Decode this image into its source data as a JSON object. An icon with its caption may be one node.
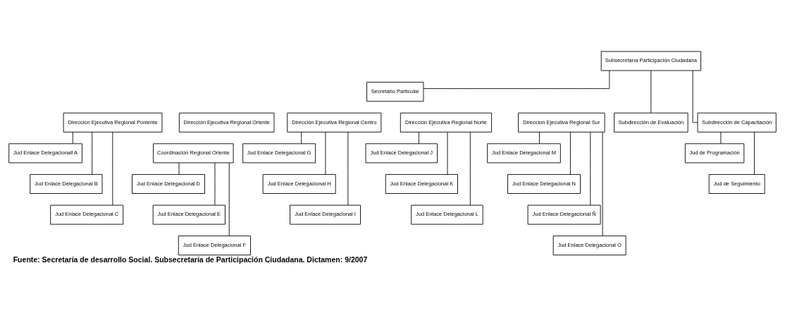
{
  "diagram": {
    "caption": "Fuente: Secretaría de desarrollo Social. Subsecretaría de Participación Ciudadana. Dictamen: 9/2007",
    "nodes": [
      {
        "text": [
          "Subsecretaría Participación Ciudadana"
        ]
      },
      {
        "text": [
          "Secretario Particular"
        ]
      },
      {
        "text": [
          "Subdirección de Evaluación"
        ]
      },
      {
        "text": [
          "Subdirección de Capacitación"
        ]
      },
      {
        "text": [
          "Dirección Ejecutiva Regional Poniente"
        ]
      },
      {
        "text": [
          "Dirección Ejecutiva Regional Oriente"
        ]
      },
      {
        "text": [
          "Dirección Ejecutiva Regional Centro"
        ]
      },
      {
        "text": [
          "Dirección Ejecutiva Regional Norte"
        ]
      },
      {
        "text": [
          "Dirección Ejecutiva Regional Sur"
        ]
      },
      {
        "text": [
          "Coordinación Regional Oriente"
        ]
      },
      {
        "text": [
          "Jud de Programación"
        ]
      },
      {
        "text": [
          "Jud de Seguimiento"
        ]
      },
      {
        "text": [
          "Jud Enlace Delegacionall A"
        ]
      },
      {
        "text": [
          "Jud Enlace Delegacional B"
        ]
      },
      {
        "text": [
          "Jud Enlace Delegacional C"
        ]
      },
      {
        "text": [
          "Jud Enlace Delegacional D"
        ]
      },
      {
        "text": [
          "Jud Enlace Delegacional E"
        ]
      },
      {
        "text": [
          "Jud Enlace Delegacional F"
        ]
      },
      {
        "text": [
          "Jud Enlace Delegacional G"
        ]
      },
      {
        "text": [
          "Jud Enlace Delegacional H"
        ]
      },
      {
        "text": [
          "Jud Enlace Delegacional I"
        ]
      },
      {
        "text": [
          "Jud Enlace Delegacional J"
        ]
      },
      {
        "text": [
          "Jud Enlace Delegacional K"
        ]
      },
      {
        "text": [
          "Jud Enlace Delegacional L"
        ]
      },
      {
        "text": [
          "Jud Enlace Delegacional M"
        ]
      },
      {
        "text": [
          "Jud Enlace Delegacional N"
        ]
      },
      {
        "text": [
          "Jud Enlace Delegacional Ñ"
        ]
      },
      {
        "text": [
          "Jud Enlace Delegacional O"
        ]
      }
    ],
    "edges": [
      {
        "from": 0,
        "to": 1,
        "arrow": "none"
      },
      {
        "from": 0,
        "to": 2,
        "arrow": "none"
      },
      {
        "from": 0,
        "to": 3,
        "arrow": "none"
      },
      {
        "from": 3,
        "to": 10,
        "arrow": "none"
      },
      {
        "from": 3,
        "to": 11,
        "arrow": "none"
      },
      {
        "from": 4,
        "to": 12,
        "arrow": "none"
      },
      {
        "from": 4,
        "to": 13,
        "arrow": "none"
      },
      {
        "from": 4,
        "to": 14,
        "arrow": "none"
      },
      {
        "from": 9,
        "to": 15,
        "arrow": "none"
      },
      {
        "from": 9,
        "to": 16,
        "arrow": "none"
      },
      {
        "from": 9,
        "to": 17,
        "arrow": "none"
      },
      {
        "from": 6,
        "to": 18,
        "arrow": "none"
      },
      {
        "from": 6,
        "to": 19,
        "arrow": "none"
      },
      {
        "from": 6,
        "to": 20,
        "arrow": "none"
      },
      {
        "from": 7,
        "to": 21,
        "arrow": "none"
      },
      {
        "from": 7,
        "to": 22,
        "arrow": "none"
      },
      {
        "from": 7,
        "to": 23,
        "arrow": "none"
      },
      {
        "from": 8,
        "to": 24,
        "arrow": "none"
      },
      {
        "from": 8,
        "to": 25,
        "arrow": "none"
      },
      {
        "from": 8,
        "to": 26,
        "arrow": "none"
      },
      {
        "from": 8,
        "to": 27,
        "arrow": "none"
      }
    ]
  }
}
